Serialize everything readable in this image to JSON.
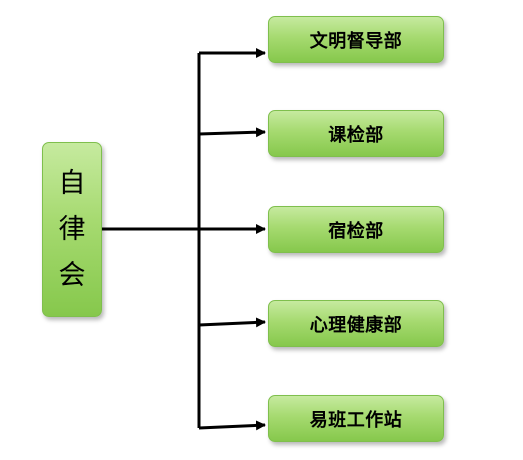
{
  "root": {
    "chars": [
      "自",
      "律",
      "会"
    ]
  },
  "departments": [
    {
      "label": "文明督导部"
    },
    {
      "label": "课检部"
    },
    {
      "label": "宿检部"
    },
    {
      "label": "心理健康部"
    },
    {
      "label": "易班工作站"
    }
  ]
}
